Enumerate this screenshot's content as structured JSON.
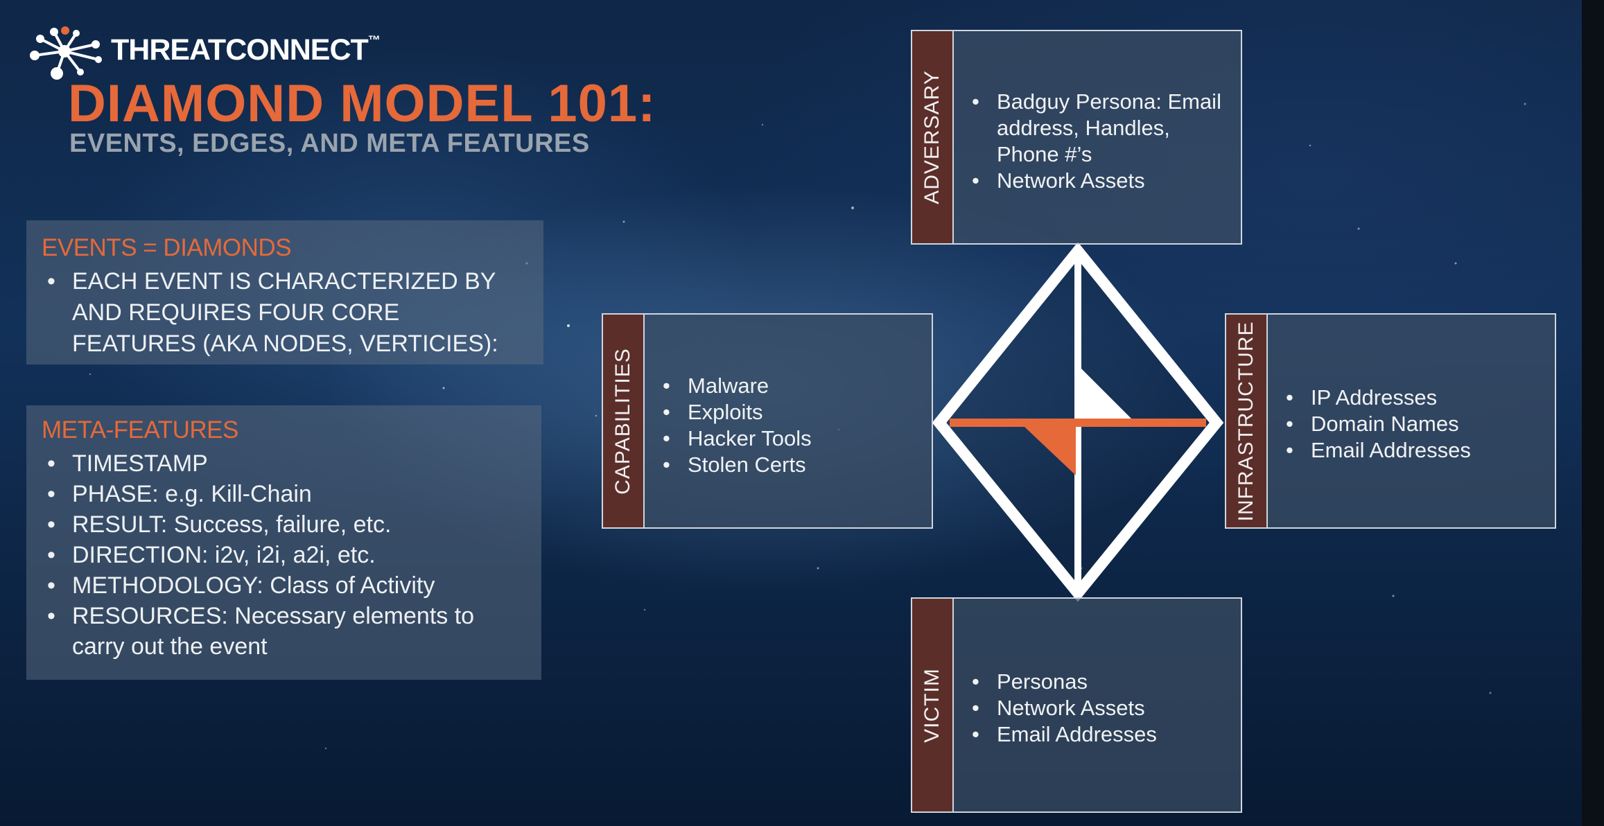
{
  "brand": {
    "part1": "THREAT",
    "part2": "CONNECT",
    "tm": "™"
  },
  "title": "DIAMOND MODEL 101:",
  "subtitle": "EVENTS, EDGES, AND META FEATURES",
  "events_panel": {
    "heading": "EVENTS = DIAMONDS",
    "bullets": [
      "EACH EVENT IS CHARACTERIZED BY AND REQUIRES FOUR CORE FEATURES (AKA NODES, VERTICIES):"
    ]
  },
  "meta_panel": {
    "heading": "META-FEATURES",
    "bullets": [
      "TIMESTAMP",
      "PHASE: e.g. Kill-Chain",
      "RESULT: Success, failure, etc.",
      "DIRECTION:  i2v, i2i, a2i, etc.",
      "METHODOLOGY:  Class of Activity",
      "RESOURCES:  Necessary elements to carry out the event"
    ]
  },
  "nodes": {
    "adversary": {
      "label": "ADVERSARY",
      "items": [
        "Badguy Persona: Email address, Handles, Phone #’s",
        "Network Assets"
      ]
    },
    "capabilities": {
      "label": "CAPABILITIES",
      "items": [
        "Malware",
        "Exploits",
        "Hacker Tools",
        "Stolen Certs"
      ]
    },
    "infrastructure": {
      "label": "INFRASTRUCTURE",
      "items": [
        "IP Addresses",
        "Domain Names",
        "Email Addresses"
      ]
    },
    "victim": {
      "label": "VICTIM",
      "items": [
        "Personas",
        "Network Assets",
        "Email Addresses"
      ]
    }
  },
  "colors": {
    "accent_orange": "#e6693a",
    "tab_brown": "#5c2e2a",
    "background_navy": "#123159"
  },
  "icons": {
    "logo": "threatconnect-logo-icon",
    "diamond": "diamond-model-icon"
  }
}
